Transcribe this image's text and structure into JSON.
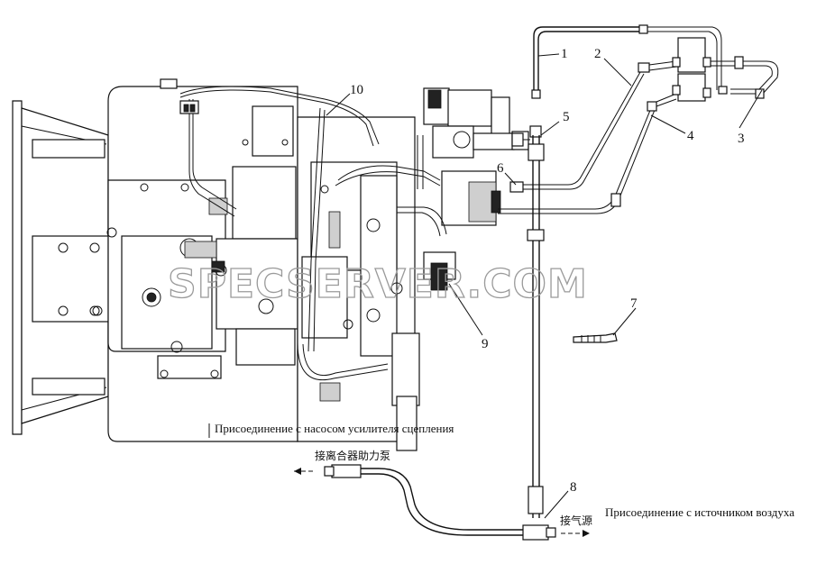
{
  "callouts": {
    "c1": "1",
    "c2": "2",
    "c3": "3",
    "c4": "4",
    "c5": "5",
    "c6": "6",
    "c7": "7",
    "c8": "8",
    "c9": "9",
    "c10": "10"
  },
  "captions": {
    "clutch_pump_ru": "Присоединение с насосом усилителя сцепления",
    "clutch_pump_cn": "接离合器助力泵",
    "air_source_ru": "Присоединение с источником воздуха",
    "air_source_cn": "接气源"
  },
  "watermark": "SPECSERVER.COM"
}
